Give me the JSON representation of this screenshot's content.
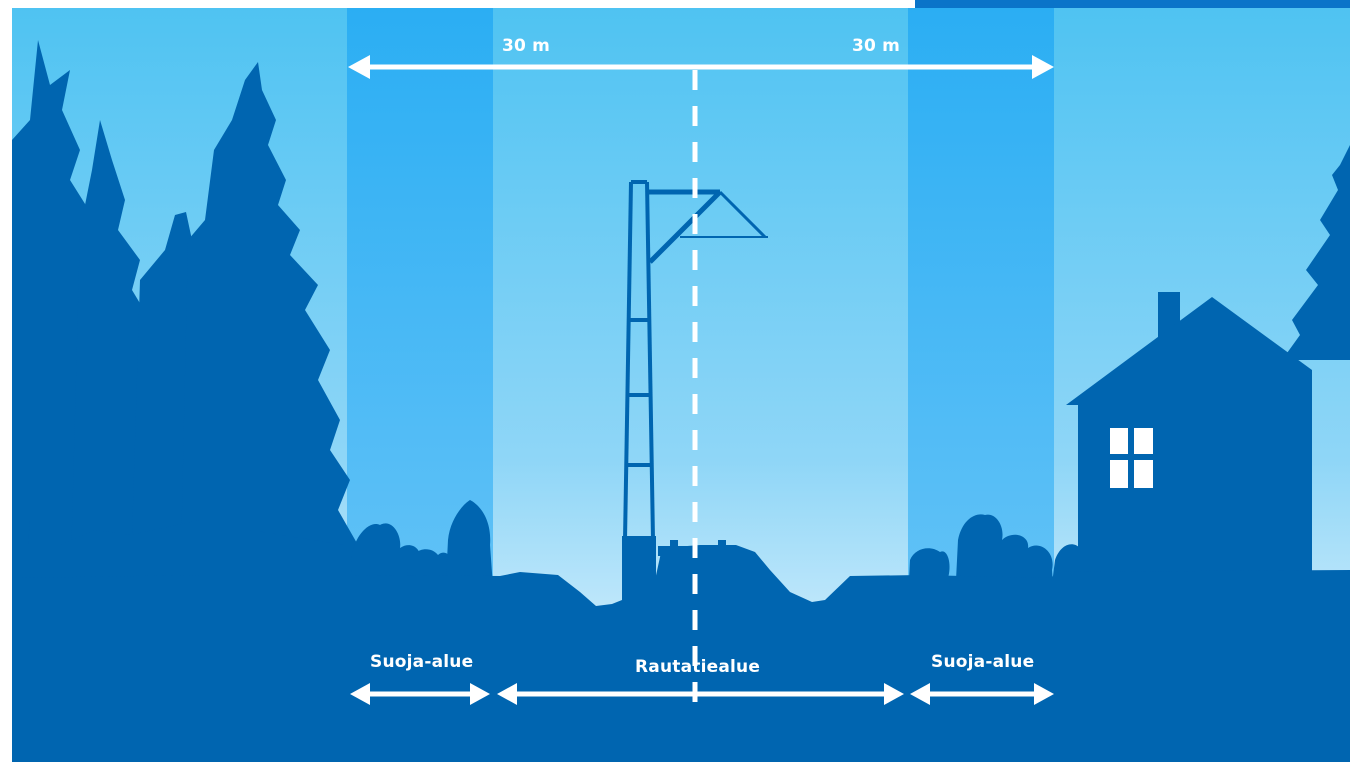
{
  "dimensions": {
    "distance_left": "30 m",
    "distance_right": "30 m"
  },
  "zones": {
    "left_protection": "Suoja-alue",
    "railway": "Rautatiealue",
    "right_protection": "Suoja-alue"
  },
  "colors": {
    "ground": "#0065B0",
    "sky_top": "#4FC3F2",
    "sky_bottom": "#EEF8FE",
    "protection_band": "#2BAEF3",
    "arrow": "#FFFFFF"
  }
}
